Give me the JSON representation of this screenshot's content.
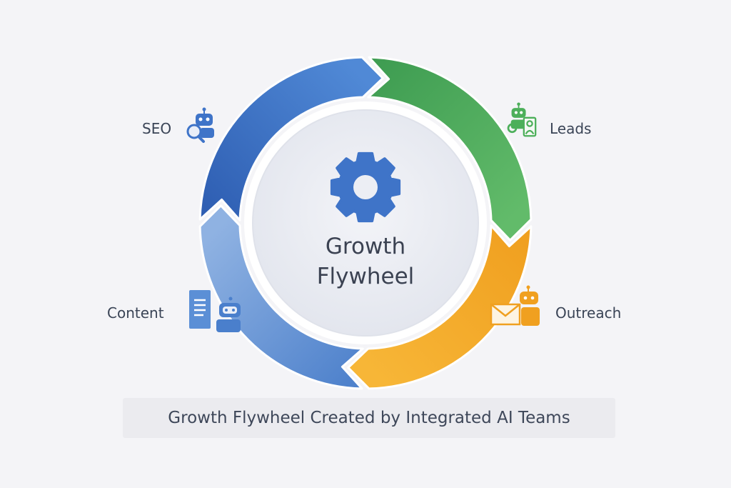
{
  "title": {
    "line1": "Growth",
    "line2": "Flywheel"
  },
  "caption": "Growth Flywheel Created by Integrated AI Teams",
  "segments": [
    {
      "name": "SEO",
      "icon": "robot-magnifier-icon",
      "color": "#2f5fb3",
      "color2": "#5089d6"
    },
    {
      "name": "Leads",
      "icon": "robot-person-icon",
      "color": "#3f9d52",
      "color2": "#62bb6a"
    },
    {
      "name": "Outreach",
      "icon": "robot-envelope-icon",
      "color": "#f0a020",
      "color2": "#f7b637"
    },
    {
      "name": "Content",
      "icon": "robot-document-icon",
      "color": "#4f82cc",
      "color2": "#8fb2e2"
    }
  ],
  "gear_color": "#3f74c8"
}
